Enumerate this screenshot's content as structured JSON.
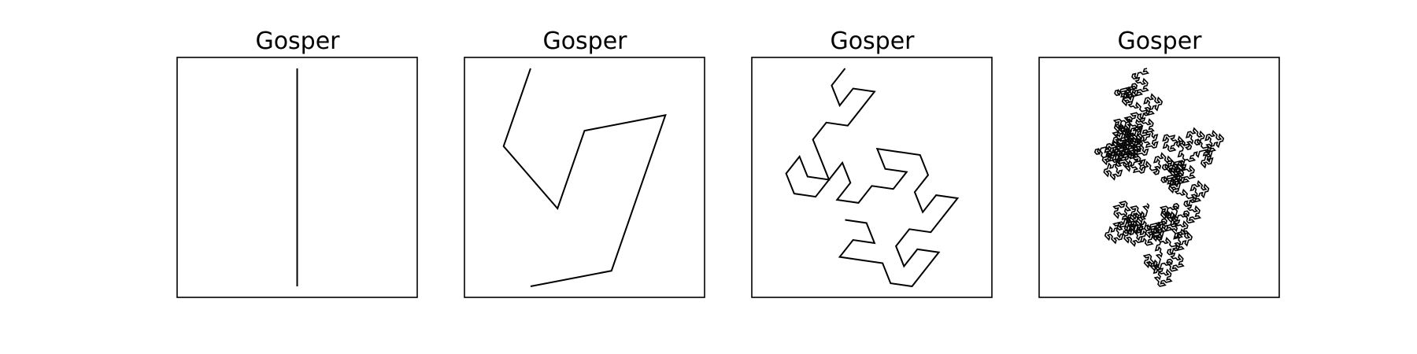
{
  "figure": {
    "panels": [
      {
        "title": "Gosper",
        "iterations": 0
      },
      {
        "title": "Gosper",
        "iterations": 1
      },
      {
        "title": "Gosper",
        "iterations": 2
      },
      {
        "title": "Gosper",
        "iterations": 4
      }
    ],
    "colors": {
      "curve": "#000000",
      "frame": "#000000",
      "background": "#ffffff"
    }
  }
}
